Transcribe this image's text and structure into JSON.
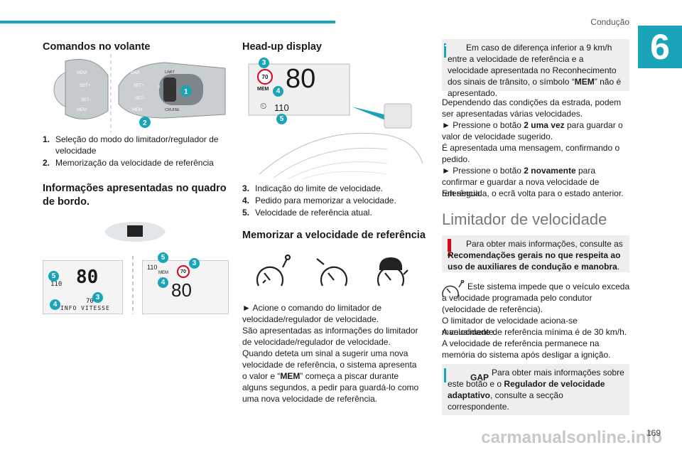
{
  "header": {
    "chapter_title": "Condução",
    "chapter_number": "6"
  },
  "col1": {
    "heading1": "Comandos no volante",
    "img_labels": {
      "mem": "MEM",
      "set_plus": "SET+",
      "set_minus": "SET–",
      "gap": "GAP",
      "limit": "LIMIT",
      "cruise": "CRUISE",
      "zero": "0"
    },
    "list1": [
      {
        "num": "1.",
        "text": "Seleção do modo do limitador/regulador de velocidade"
      },
      {
        "num": "2.",
        "text": "Memorização da velocidade de referência"
      }
    ],
    "heading2": "Informações apresentadas no quadro de bordo.",
    "cluster_left": {
      "speed": "80",
      "set": "110",
      "ref": "70",
      "info": "INFO VITESSE"
    },
    "cluster_right": {
      "set": "110",
      "limit": "70",
      "mem": "MEM",
      "speed": "80"
    }
  },
  "col2": {
    "heading1": "Head-up display",
    "hud": {
      "limit": "70",
      "mem": "MEM",
      "speed": "80",
      "ref": "110"
    },
    "list1": [
      {
        "num": "3.",
        "text": "Indicação do limite de velocidade."
      },
      {
        "num": "4.",
        "text": "Pedido para memorizar a velocidade."
      },
      {
        "num": "5.",
        "text": "Velocidade de referência atual."
      }
    ],
    "heading2": "Memorizar a velocidade de referência",
    "p1": "► Acione o comando do limitador de velocidade/regulador de velocidade.",
    "p2": "São apresentadas as informações do limitador de velocidade/regulador de velocidade.",
    "p3_a": "Quando deteta um sinal a sugerir uma nova velocidade de referência, o sistema apresenta o valor e “",
    "p3_b": "MEM",
    "p3_c": "” começa a piscar durante alguns segundos, a pedir para guardá-lo como uma nova velocidade de referência."
  },
  "col3": {
    "info1_a": "Em caso de diferença inferior a 9 km/h entre a velocidade de referência e a velocidade apresentada no Reconhecimento dos sinais de trânsito, o símbolo “",
    "info1_b": "MEM",
    "info1_c": "” não é apresentado.",
    "p1": "Dependendo das condições da estrada, podem ser apresentadas várias velocidades.",
    "p2_a": "► Pressione o botão ",
    "p2_b": "2 uma vez",
    "p2_c": " para guardar o valor de velocidade sugerido.",
    "p3": "É apresentada uma mensagem, confirmando o pedido.",
    "p4_a": "► Pressione o botão ",
    "p4_b": "2 novamente",
    "p4_c": " para confirmar e guardar a nova velocidade de referência.",
    "p5": "Em seguida, o ecrã volta para o estado anterior.",
    "section_title": "Limitador de velocidade",
    "warn_a": "Para obter mais informações, consulte as ",
    "warn_b": "Recomendações gerais no que respeita ao uso de auxiliares de condução e manobra",
    "warn_c": ".",
    "p6": "Este sistema impede que o veículo exceda a velocidade programada pelo condutor (velocidade de referência).",
    "p7": "O limitador de velocidade aciona-se manualmente.",
    "p8": "A velocidade de referência mínima é de 30 km/h.",
    "p9": "A velocidade de referência permanece na memória do sistema após desligar a ignição.",
    "gap_label": "GAP",
    "info2_a": "Para obter mais informações sobre este botão e o ",
    "info2_b": "Regulador de velocidade adaptativo",
    "info2_c": ", consulte a secção correspondente."
  },
  "footer": {
    "page_number": "169",
    "watermark": "carmanualsonline.info"
  },
  "colors": {
    "accent": "#1aa4b8",
    "warning": "#e2001a",
    "box": "#eeeeee"
  }
}
